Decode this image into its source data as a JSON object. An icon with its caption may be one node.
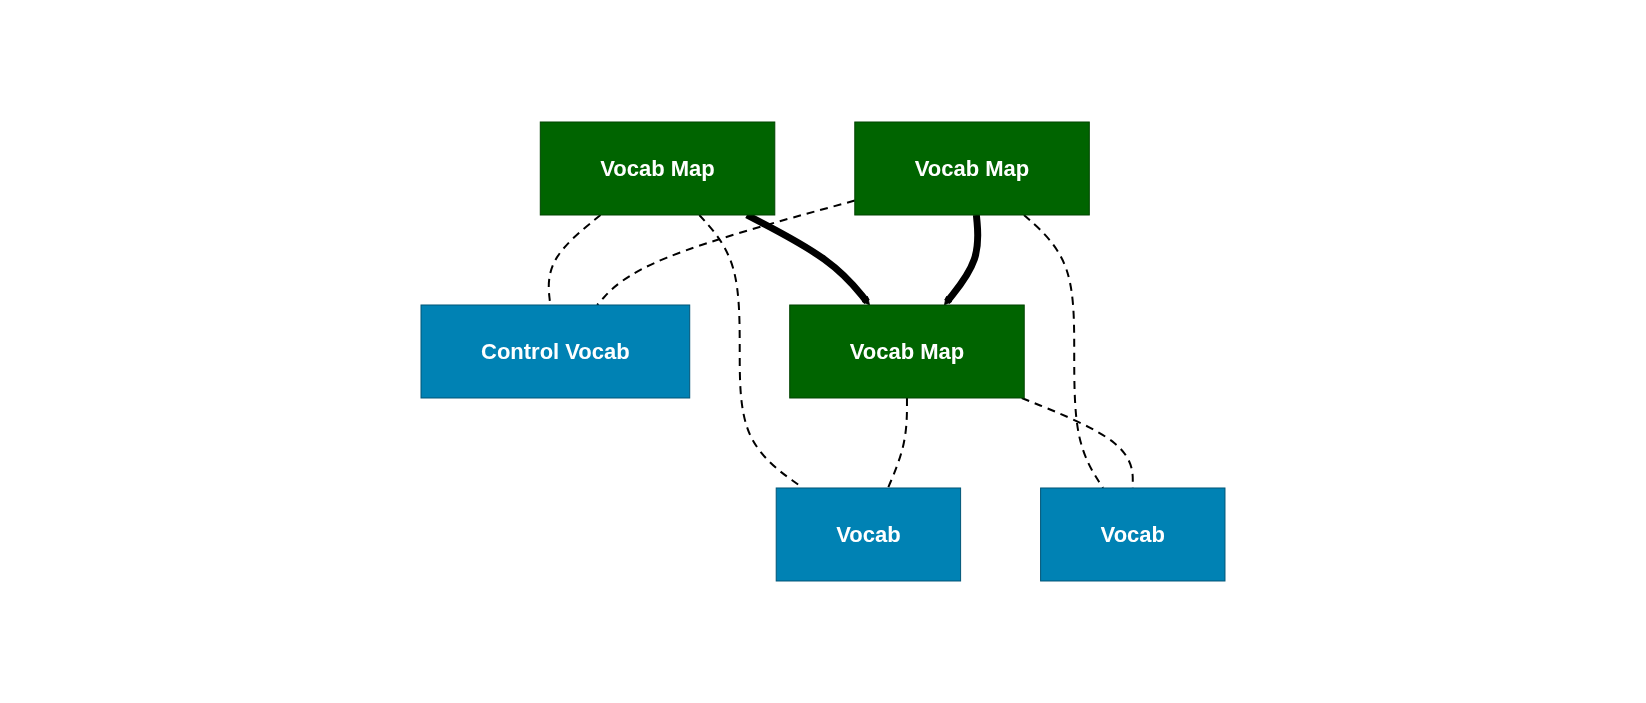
{
  "diagram": {
    "nodes": [
      {
        "text": [
          "Vocab Map"
        ]
      },
      {
        "text": [
          "Control Vocab"
        ]
      },
      {
        "text": [
          "Vocab Map"
        ]
      },
      {
        "text": [
          "Vocab Map"
        ]
      },
      {
        "text": [
          "Vocab"
        ]
      },
      {
        "text": [
          "Vocab"
        ]
      }
    ],
    "edges": [
      {
        "from": 0,
        "to": 1,
        "arrow": "none",
        "style": "dashed"
      },
      {
        "from": 2,
        "to": 1,
        "arrow": "none",
        "style": "dashed"
      },
      {
        "from": 0,
        "to": 4,
        "arrow": "none",
        "style": "dashed"
      },
      {
        "from": 2,
        "to": 5,
        "arrow": "none",
        "style": "dashed"
      },
      {
        "from": 0,
        "to": 3,
        "arrow": "to",
        "style": "thick"
      },
      {
        "from": 2,
        "to": 3,
        "arrow": "to",
        "style": "thick"
      },
      {
        "from": 3,
        "to": 4,
        "arrow": "none",
        "style": "dashed"
      },
      {
        "from": 3,
        "to": 5,
        "arrow": "none",
        "style": "dashed"
      }
    ]
  }
}
